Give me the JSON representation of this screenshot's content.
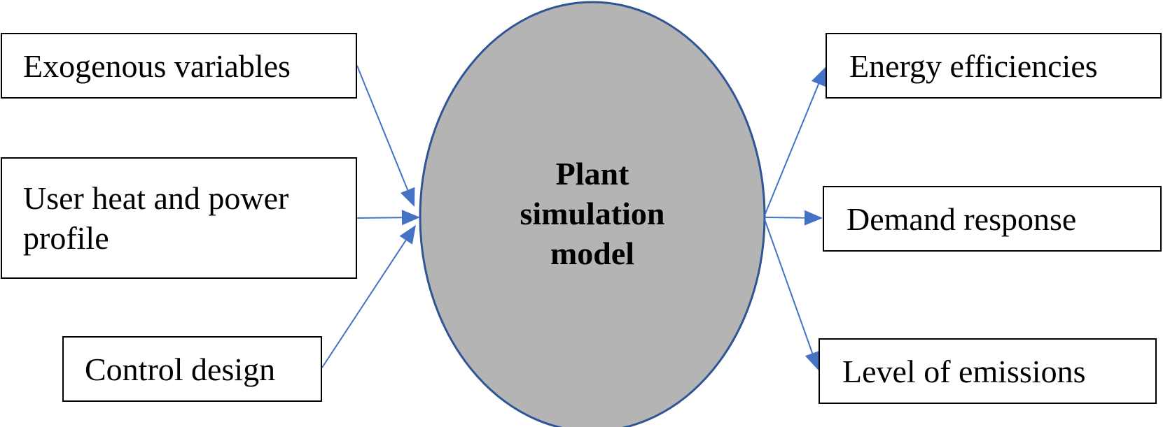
{
  "inputs": [
    {
      "id": "exogenous",
      "label": "Exogenous variables"
    },
    {
      "id": "user",
      "label": "User heat and power\nprofile"
    },
    {
      "id": "control",
      "label": "Control design"
    }
  ],
  "center": {
    "label": "Plant\nsimulation\nmodel",
    "fill": "#b4b4b4",
    "stroke": "#2f5597"
  },
  "outputs": [
    {
      "id": "energy",
      "label": "Energy efficiencies"
    },
    {
      "id": "demand",
      "label": "Demand response"
    },
    {
      "id": "emissions",
      "label": "Level of emissions"
    }
  ],
  "colors": {
    "arrow": "#4472c4",
    "box_border": "#000000"
  }
}
